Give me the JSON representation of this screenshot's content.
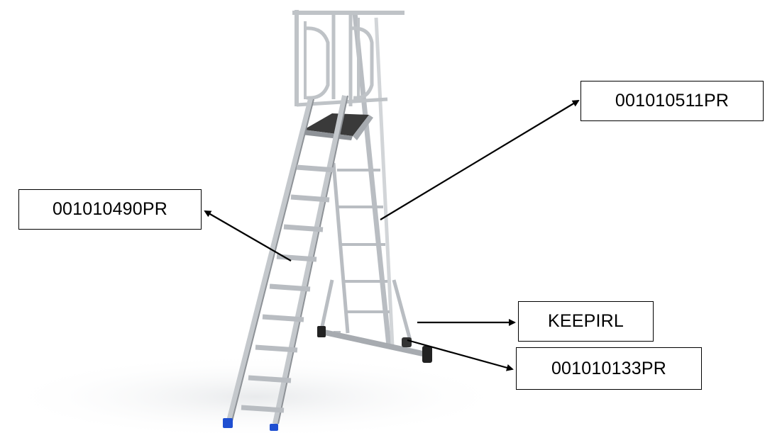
{
  "labels": [
    {
      "id": "part-a",
      "text": "001010511PR"
    },
    {
      "id": "part-b",
      "text": "001010490PR"
    },
    {
      "id": "part-c",
      "text": "KEEPIRL"
    },
    {
      "id": "part-d",
      "text": "001010133PR"
    }
  ],
  "colors": {
    "frame": "#c9ccd0",
    "frame_dark": "#8e9297",
    "platform": "#3a3a3a",
    "foot": "#1f4fd1",
    "arrow": "#000000"
  }
}
